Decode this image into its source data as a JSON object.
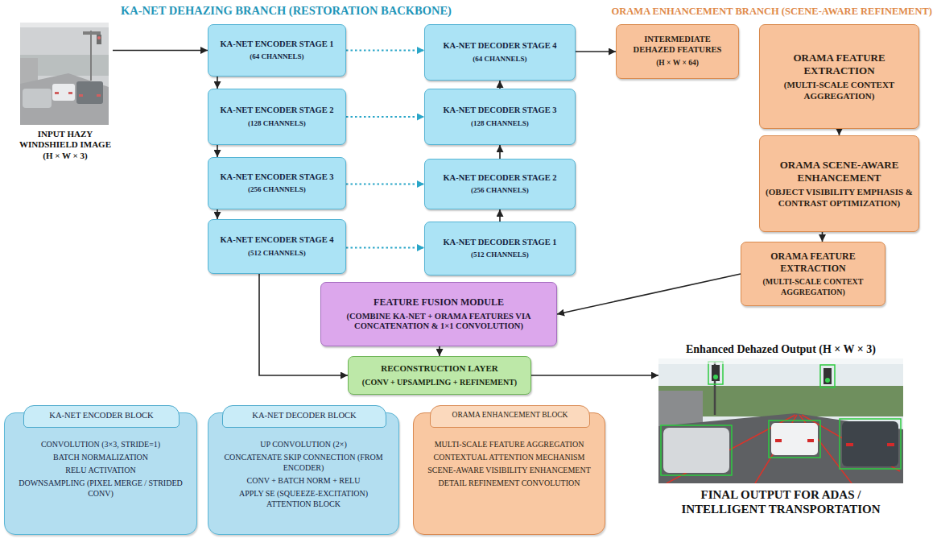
{
  "diagram": {
    "nodes": [
      {
        "text": [
          "INPUT HAZY WINDSHIELD IMAGE (H × W × 3)"
        ]
      },
      {
        "text": [
          "KA-NET ENCODER STAGE 1",
          "(64 CHANNELS)"
        ]
      },
      {
        "text": [
          "KA-NET ENCODER STAGE 2",
          "(128 CHANNELS)"
        ]
      },
      {
        "text": [
          "KA-NET ENCODER STAGE 3",
          "(256 CHANNELS)"
        ]
      },
      {
        "text": [
          "KA-NET ENCODER STAGE 4",
          "(512 CHANNELS)"
        ]
      },
      {
        "text": [
          "KA-NET DECODER STAGE 4",
          "(64 CHANNELS)"
        ]
      },
      {
        "text": [
          "KA-NET DECODER STAGE 3",
          "(128 CHANNELS)"
        ]
      },
      {
        "text": [
          "KA-NET DECODER STAGE 2",
          "(256 CHANNELS)"
        ]
      },
      {
        "text": [
          "KA-NET DECODER STAGE 1",
          "(512 CHANNELS)"
        ]
      },
      {
        "text": [
          "INTERMEDIATE DEHAZED FEATURES",
          "(H × W × 64)"
        ]
      },
      {
        "text": [
          "ORAMA FEATURE EXTRACTION",
          "(MULTI-SCALE CONTEXT AGGREGATION)"
        ]
      },
      {
        "text": [
          "ORAMA SCENE-AWARE ENHANCEMENT",
          "(OBJECT VISIBILITY EMPHASIS & CONTRAST OPTIMIZATION)"
        ]
      },
      {
        "text": [
          "ORAMA FEATURE EXTRACTION",
          "(MULTI-SCALE CONTEXT AGGREGATION)"
        ]
      },
      {
        "text": [
          "FEATURE FUSION MODULE",
          "(COMBINE KA-NET + ORAMA FEATURES VIA CONCATENATION & 1×1 CONVOLUTION)"
        ]
      },
      {
        "text": [
          "RECONSTRUCTION LAYER",
          "(CONV + UPSAMPLING + REFINEMENT)"
        ]
      },
      {
        "text": [
          "Enhanced Dehazed Output (H × W × 3)",
          "FINAL OUTPUT FOR ADAS / INTELLIGENT TRANSPORTATION"
        ]
      },
      {
        "text": [
          "CONVOLUTION (3×3, STRIDE=1)",
          "BATCH NORMALIZATION",
          "RELU ACTIVATION",
          "DOWNSAMPLING (PIXEL MERGE / STRIDED CONV)"
        ]
      },
      {
        "text": [
          "KA-NET ENCODER BLOCK"
        ],
        "in": 16
      },
      {
        "text": [
          "UP CONVOLUTION (2×)",
          "CONCATENATE SKIP CONNECTION (FROM ENCODER)",
          "CONV + BATCH NORM + RELU",
          "APPLY SE (SQUEEZE-EXCITATION) ATTENTION BLOCK"
        ]
      },
      {
        "text": [
          "KA-NET DECODER BLOCK"
        ],
        "in": 18
      },
      {
        "text": [
          "MULTI-SCALE FEATURE AGGREGATION",
          "CONTEXTUAL ATTENTION MECHANISM",
          "SCENE-AWARE VISIBILITY ENHANCEMENT",
          "DETAIL REFINEMENT CONVOLUTION"
        ]
      },
      {
        "text": [
          "ORAMA ENHANCEMENT BLOCK"
        ],
        "in": 20
      }
    ],
    "edges": [
      {
        "from": 0,
        "to": 1,
        "arrow": "to"
      },
      {
        "from": 1,
        "to": 2,
        "arrow": "to"
      },
      {
        "from": 2,
        "to": 3,
        "arrow": "to"
      },
      {
        "from": 3,
        "to": 4,
        "arrow": "to"
      },
      {
        "from": 1,
        "to": 5,
        "arrow": "to"
      },
      {
        "from": 2,
        "to": 6,
        "arrow": "to"
      },
      {
        "from": 3,
        "to": 7,
        "arrow": "to"
      },
      {
        "from": 4,
        "to": 8,
        "arrow": "to"
      },
      {
        "from": 8,
        "to": 7,
        "arrow": "to"
      },
      {
        "from": 7,
        "to": 6,
        "arrow": "to"
      },
      {
        "from": 6,
        "to": 5,
        "arrow": "to"
      },
      {
        "from": 5,
        "to": 9,
        "arrow": "to"
      },
      {
        "from": 10,
        "to": 11,
        "arrow": "to"
      },
      {
        "from": 11,
        "to": 12,
        "arrow": "to"
      },
      {
        "from": 12,
        "to": 13,
        "arrow": "to"
      },
      {
        "from": 13,
        "to": 14,
        "arrow": "to"
      },
      {
        "from": 4,
        "to": 14,
        "arrow": "to"
      },
      {
        "from": 14,
        "to": 15,
        "arrow": "to"
      }
    ],
    "labels": [
      "KA-NET DEHAZING BRANCH (RESTORATION BACKBONE)",
      "ORAMA ENHANCEMENT BRANCH (SCENE-AWARE REFINEMENT)"
    ]
  }
}
